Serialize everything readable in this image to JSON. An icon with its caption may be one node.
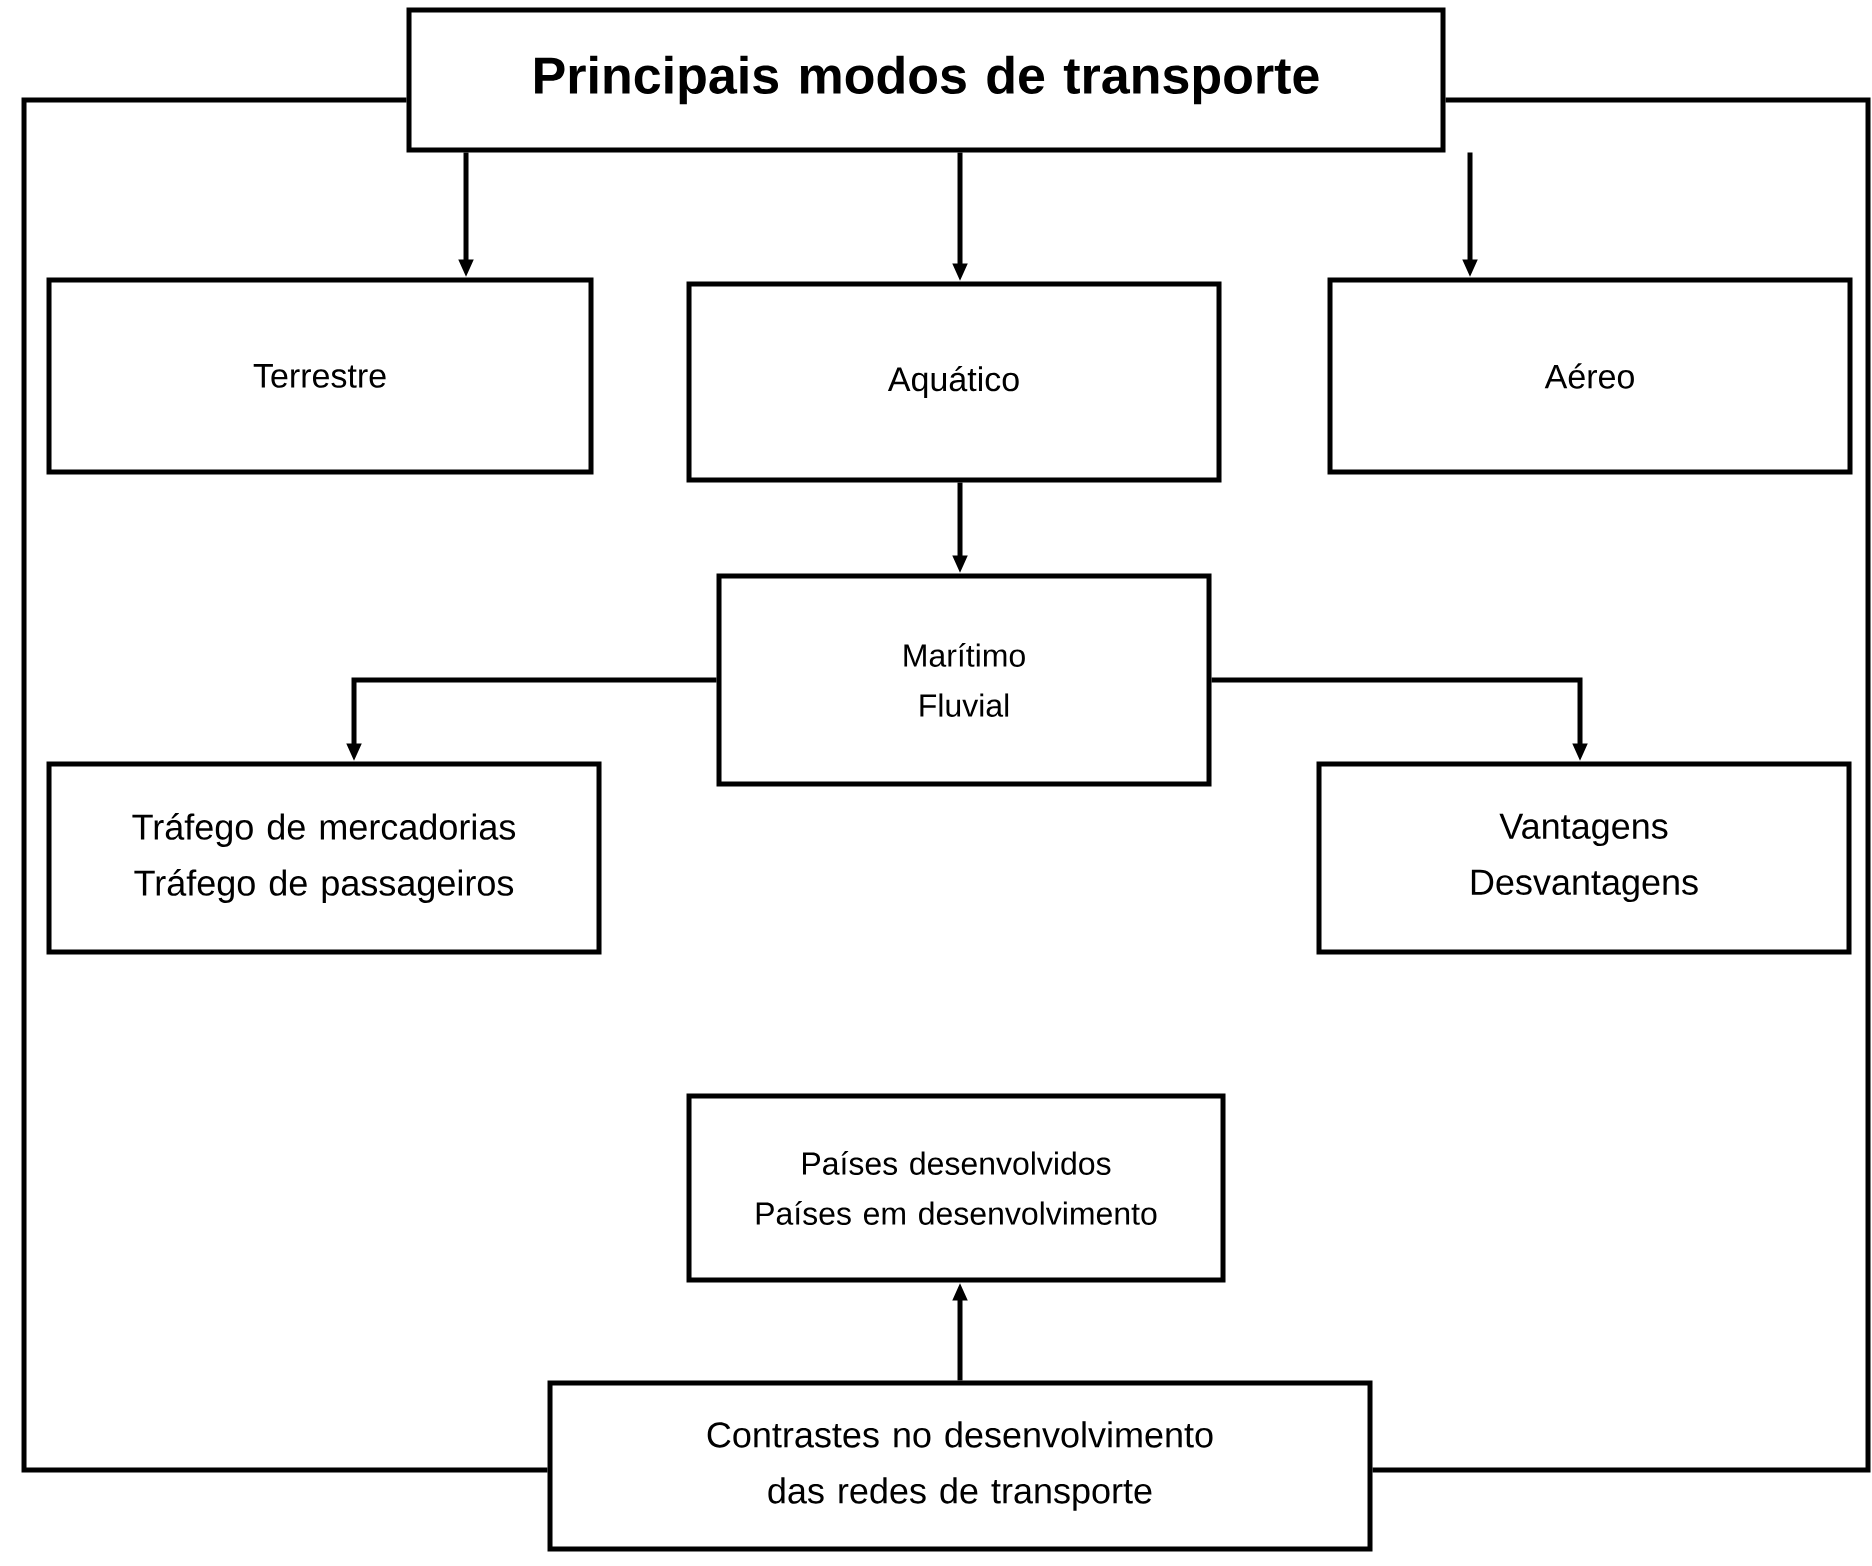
{
  "diagram": {
    "nodes": [
      {
        "text": [
          "Principais modos de transporte"
        ]
      },
      {
        "text": [
          "Terrestre"
        ]
      },
      {
        "text": [
          "Aquático"
        ]
      },
      {
        "text": [
          "Aéreo"
        ]
      },
      {
        "text": [
          "Marítimo",
          "Fluvial"
        ]
      },
      {
        "text": [
          "Tráfego de mercadorias",
          "Tráfego de passageiros"
        ]
      },
      {
        "text": [
          "Vantagens",
          "Desvantagens"
        ]
      },
      {
        "text": [
          "Países desenvolvidos",
          "Países em desenvolvimento"
        ]
      },
      {
        "text": [
          "Contrastes no desenvolvimento das redes de transporte"
        ]
      }
    ],
    "edges": [
      {
        "from": 0,
        "to": 1,
        "arrow": "to"
      },
      {
        "from": 0,
        "to": 2,
        "arrow": "to"
      },
      {
        "from": 0,
        "to": 3,
        "arrow": "to"
      },
      {
        "from": 2,
        "to": 4,
        "arrow": "to"
      },
      {
        "from": 4,
        "to": 5,
        "arrow": "to"
      },
      {
        "from": 4,
        "to": 6,
        "arrow": "to"
      },
      {
        "from": 8,
        "to": 7,
        "arrow": "to"
      },
      {
        "from": 0,
        "to": 8,
        "arrow": "none"
      },
      {
        "from": 0,
        "to": 8,
        "arrow": "none"
      }
    ]
  }
}
